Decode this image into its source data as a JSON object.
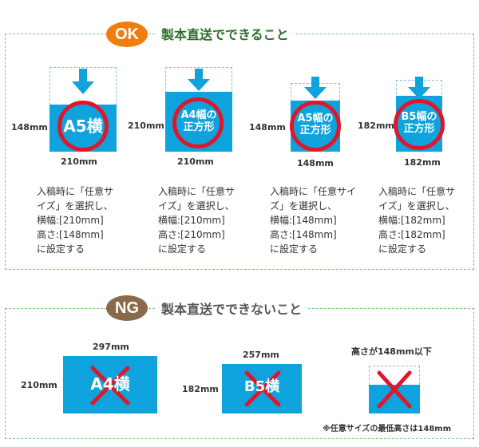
{
  "ok": {
    "badge": "OK",
    "title": "製本直送でできること",
    "items": [
      {
        "label_lines": [
          "A5横"
        ],
        "width_label": "210mm",
        "height_label": "148mm",
        "desc": [
          "入稿時に「任意サ",
          "イズ」を選択し、",
          "横幅:[210mm]",
          "高さ:[148mm]",
          "に設定する"
        ]
      },
      {
        "label_lines": [
          "A4幅の",
          "正方形"
        ],
        "width_label": "210mm",
        "height_label": "210mm",
        "desc": [
          "入稿時に「任意サ",
          "イズ」を選択し、",
          "横幅:[210mm]",
          "高さ:[210mm]",
          "に設定する"
        ]
      },
      {
        "label_lines": [
          "A5幅の",
          "正方形"
        ],
        "width_label": "148mm",
        "height_label": "148mm",
        "desc": [
          "入稿時に「任意サイ",
          "ズ」を選択し、",
          "横幅:[148mm]",
          "高さ:[148mm]",
          "に設定する"
        ]
      },
      {
        "label_lines": [
          "B5幅の",
          "正方形"
        ],
        "width_label": "182mm",
        "height_label": "182mm",
        "desc": [
          "入稿時に「任意サ",
          "イズ」を選択し、",
          "横幅:[182mm]",
          "高さ:[182mm]",
          "に設定する"
        ]
      }
    ]
  },
  "ng": {
    "badge": "NG",
    "title": "製本直送でできないこと",
    "items": [
      {
        "label": "A4横",
        "width_label": "297mm",
        "height_label": "210mm"
      },
      {
        "label": "B5横",
        "width_label": "257mm",
        "height_label": "182mm"
      },
      {
        "label": "",
        "caption": "高さが148mm以下"
      }
    ],
    "note": "※任意サイズの最低高さは148mm"
  },
  "colors": {
    "ok_badge": "#f07d10",
    "ng_badge": "#8a6a4a",
    "accent_blue": "#0ea3dc",
    "cross_red": "#e0162b",
    "ok_heading": "#2d6f2d"
  }
}
